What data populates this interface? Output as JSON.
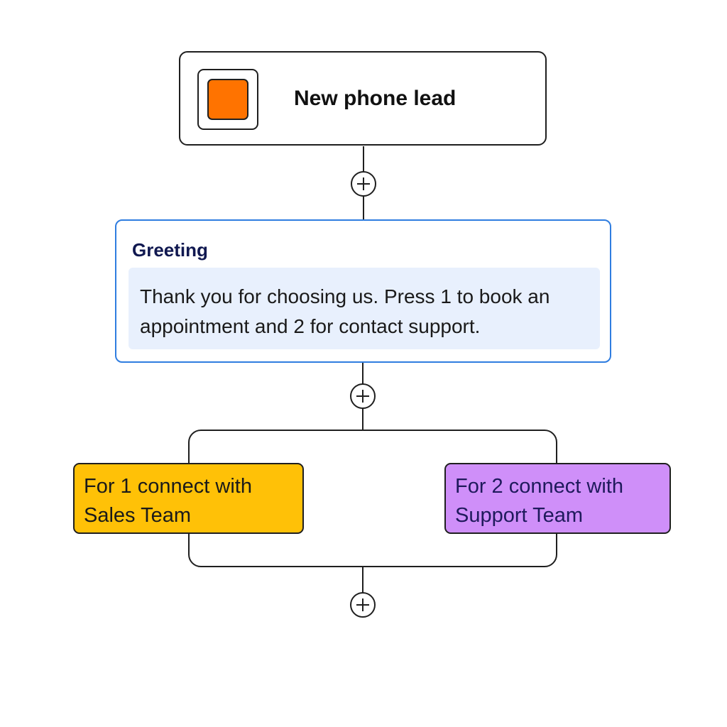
{
  "trigger": {
    "title": "New phone lead",
    "icon": "orange-square-icon",
    "icon_color": "#ff7300"
  },
  "greeting": {
    "title": "Greeting",
    "message": "Thank you for choosing us. Press 1 to book an appointment and 2 for contact support.",
    "border_color": "#2f7de0",
    "body_color": "#e8f0fd"
  },
  "branches": [
    {
      "label": "For 1 connect with\nSales Team",
      "color": "#ffc107"
    },
    {
      "label": "For 2 connect with\nSupport Team",
      "color": "#cf8ff9"
    }
  ],
  "add_step_icon": "plus-circle-icon"
}
